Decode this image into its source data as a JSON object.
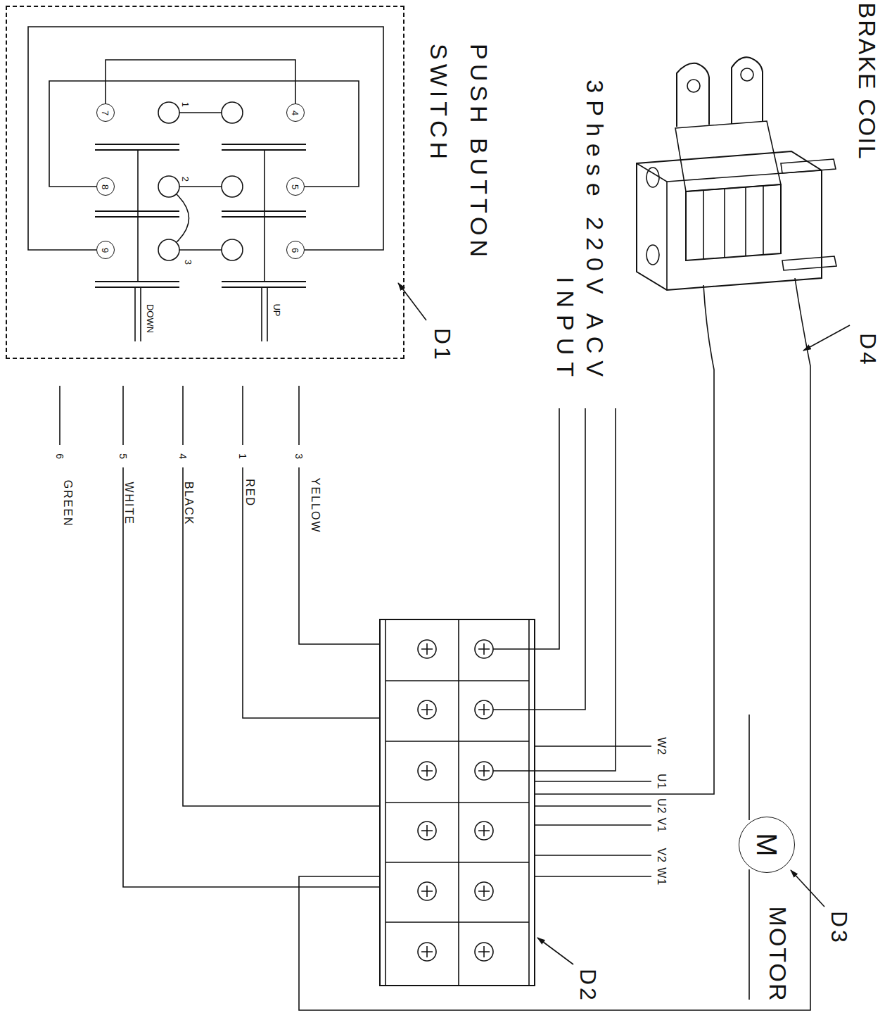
{
  "diagram": {
    "nodes": [
      {
        "text": [
          "PUSH BUTTON SWITCH"
        ]
      },
      {
        "text": [
          "7"
        ],
        "in": 0
      },
      {
        "text": [
          "4"
        ],
        "in": 0
      },
      {
        "text": [
          "8"
        ],
        "in": 0
      },
      {
        "text": [
          "5"
        ],
        "in": 0
      },
      {
        "text": [
          "9"
        ],
        "in": 0
      },
      {
        "text": [
          "6"
        ],
        "in": 0
      },
      {
        "text": [
          "M"
        ]
      }
    ],
    "edges": [
      {
        "from": 1,
        "to": 2,
        "arrow": "none"
      },
      {
        "from": 3,
        "to": 4,
        "arrow": "none"
      },
      {
        "from": 5,
        "to": 6,
        "arrow": "none"
      }
    ],
    "labels": [
      "D1",
      "1",
      "2",
      "3",
      "UP",
      "DOWN",
      "3Phese 220V ACV INPUT",
      "BRAKE COIL",
      "D4",
      "3",
      "YELLOW",
      "1",
      "RED",
      "4",
      "BLACK",
      "5",
      "WHITE",
      "6",
      "GREEN",
      "W2",
      "U1",
      "U2",
      "V1",
      "V2",
      "W1",
      "MOTOR",
      "D3",
      "D2"
    ]
  }
}
